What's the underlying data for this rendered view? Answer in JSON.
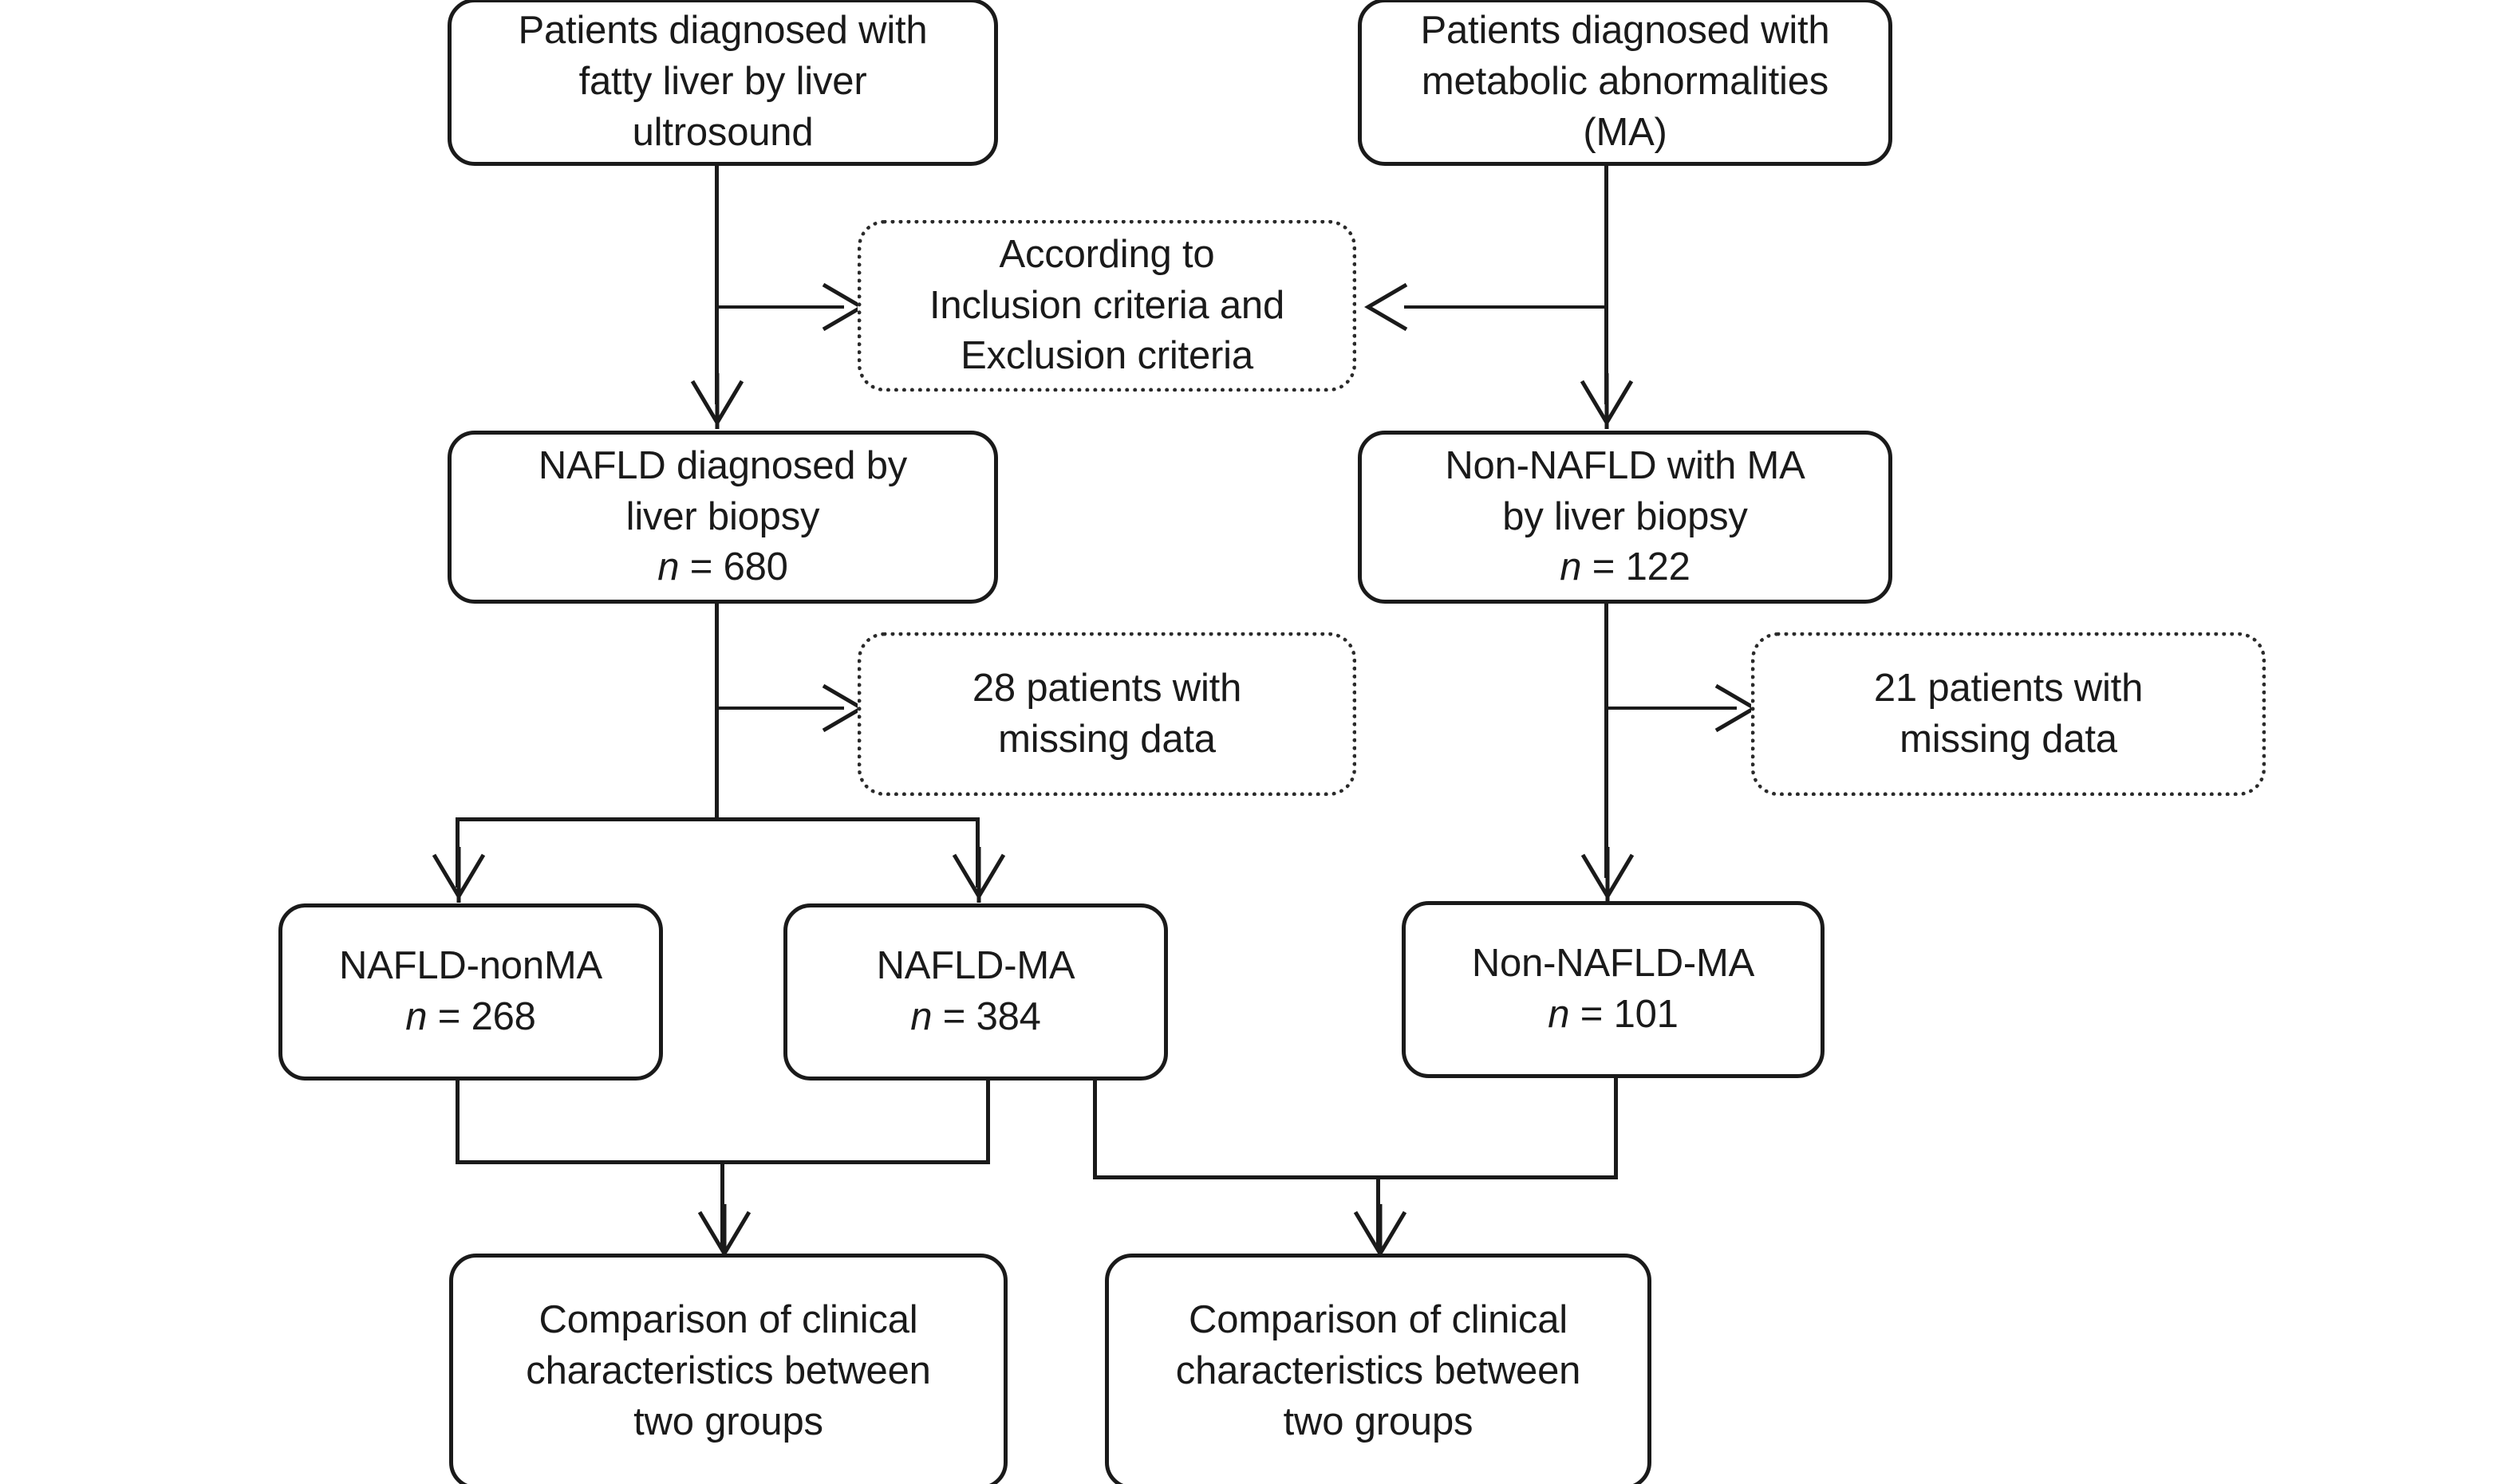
{
  "diagram": {
    "title": "Study population flow diagram",
    "type": "flowchart",
    "background_color": "#ffffff",
    "line_color": "#1a1a1a",
    "text_color": "#1a1a1a",
    "nodes": {
      "source_nafld": {
        "style": "solid",
        "lines": [
          "Patients diagnosed with",
          "fatty liver by liver",
          "ultrosound"
        ]
      },
      "source_ma": {
        "style": "solid",
        "lines": [
          "Patients diagnosed with",
          "metabolic abnormalities",
          "(MA)"
        ]
      },
      "criteria": {
        "style": "dotted",
        "lines": [
          "According to",
          "Inclusion criteria and",
          "Exclusion criteria"
        ]
      },
      "nafld_biopsy": {
        "style": "solid",
        "lines": [
          "NAFLD diagnosed by",
          "liver biopsy"
        ],
        "n_label": "n",
        "n_value": "= 680"
      },
      "non_nafld_biopsy": {
        "style": "solid",
        "lines": [
          "Non-NAFLD with MA",
          "by liver biopsy"
        ],
        "n_label": "n",
        "n_value": "= 122"
      },
      "missing_left": {
        "style": "dotted",
        "lines": [
          "28 patients with",
          "missing data"
        ]
      },
      "missing_right": {
        "style": "dotted",
        "lines": [
          "21 patients with",
          "missing data"
        ]
      },
      "nafld_nonma": {
        "style": "solid",
        "lines": [
          "NAFLD-nonMA"
        ],
        "n_label": "n",
        "n_value": "= 268"
      },
      "nafld_ma": {
        "style": "solid",
        "lines": [
          "NAFLD-MA"
        ],
        "n_label": "n",
        "n_value": "= 384"
      },
      "non_nafld_ma": {
        "style": "solid",
        "lines": [
          "Non-NAFLD-MA"
        ],
        "n_label": "n",
        "n_value": "= 101"
      },
      "comparison_left": {
        "style": "solid",
        "lines": [
          "Comparison of clinical",
          "characteristics between",
          "two groups"
        ]
      },
      "comparison_right": {
        "style": "solid",
        "lines": [
          "Comparison of clinical",
          "characteristics between",
          "two groups"
        ]
      }
    }
  }
}
